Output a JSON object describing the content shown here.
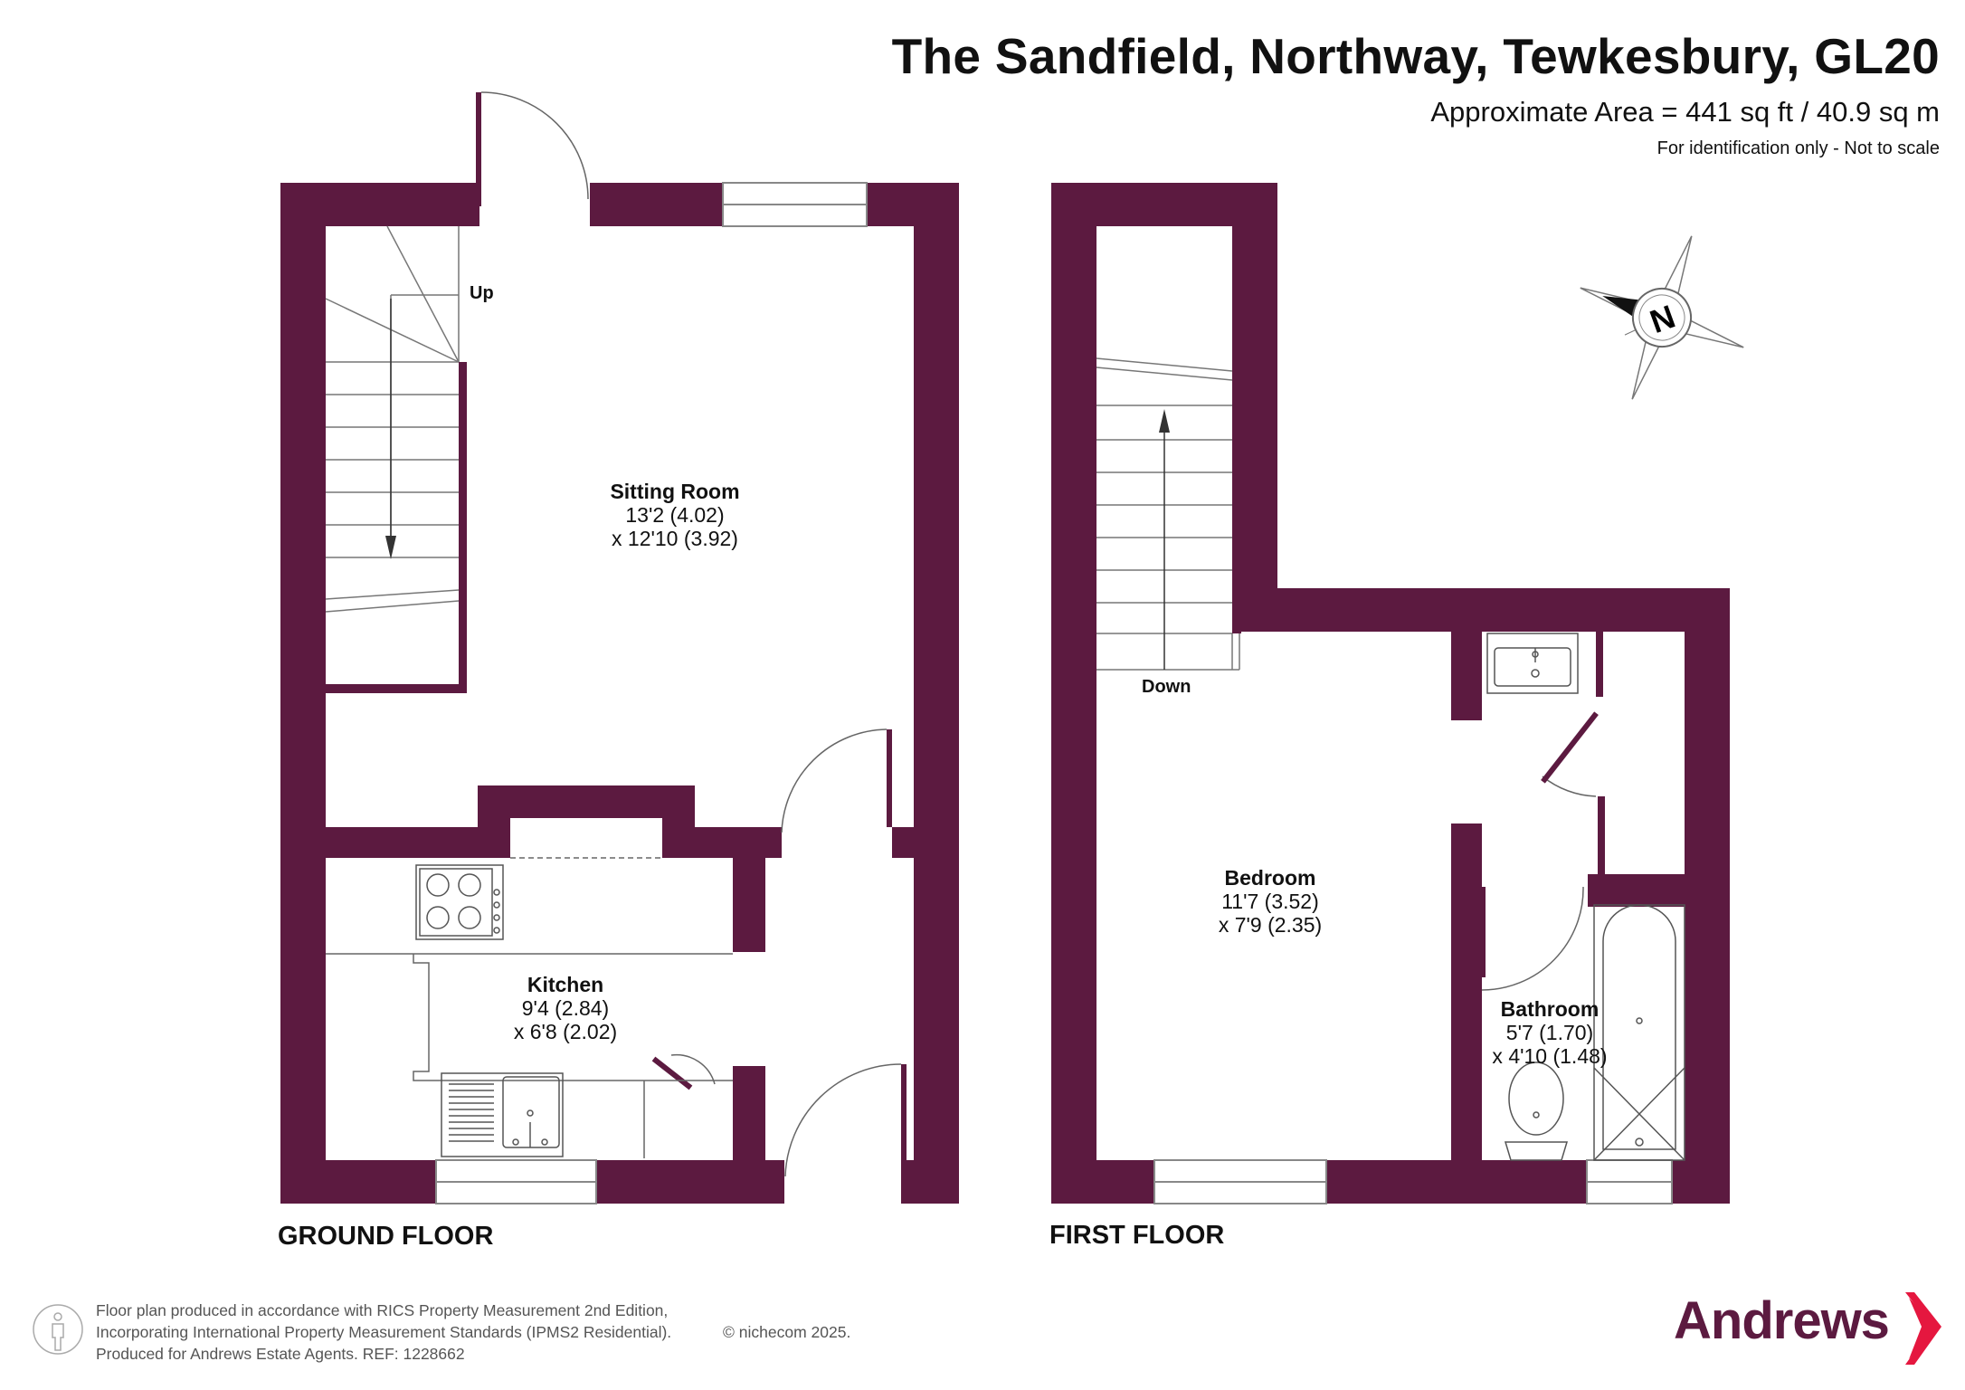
{
  "header": {
    "title": "The Sandfield, Northway, Tewkesbury, GL20",
    "area": "Approximate Area = 441 sq ft / 40.9 sq m",
    "note": "For identification only - Not to scale"
  },
  "floors": {
    "ground": {
      "label": "GROUND FLOOR",
      "stairs_label": "Up",
      "rooms": [
        {
          "name": "Sitting Room",
          "dim1": "13'2 (4.02)",
          "dim2": "x 12'10 (3.92)"
        },
        {
          "name": "Kitchen",
          "dim1": "9'4 (2.84)",
          "dim2": "x 6'8 (2.02)"
        }
      ]
    },
    "first": {
      "label": "FIRST FLOOR",
      "stairs_label": "Down",
      "rooms": [
        {
          "name": "Bedroom",
          "dim1": "11'7 (3.52)",
          "dim2": "x 7'9 (2.35)"
        },
        {
          "name": "Bathroom",
          "dim1": "5'7 (1.70)",
          "dim2": "x 4'10 (1.48)"
        }
      ]
    }
  },
  "compass": {
    "label": "N"
  },
  "footer": {
    "line1": "Floor plan produced in accordance with RICS Property Measurement 2nd Edition,",
    "line2": "Incorporating International Property Measurement Standards (IPMS2 Residential).",
    "line3": "Produced for Andrews Estate Agents.   REF: 1228662",
    "copyright": "© nichecom 2025."
  },
  "brand": {
    "name": "Andrews"
  },
  "colors": {
    "wall": "#5c1a40",
    "brand": "#5c1a40",
    "accent": "#e5173f"
  }
}
